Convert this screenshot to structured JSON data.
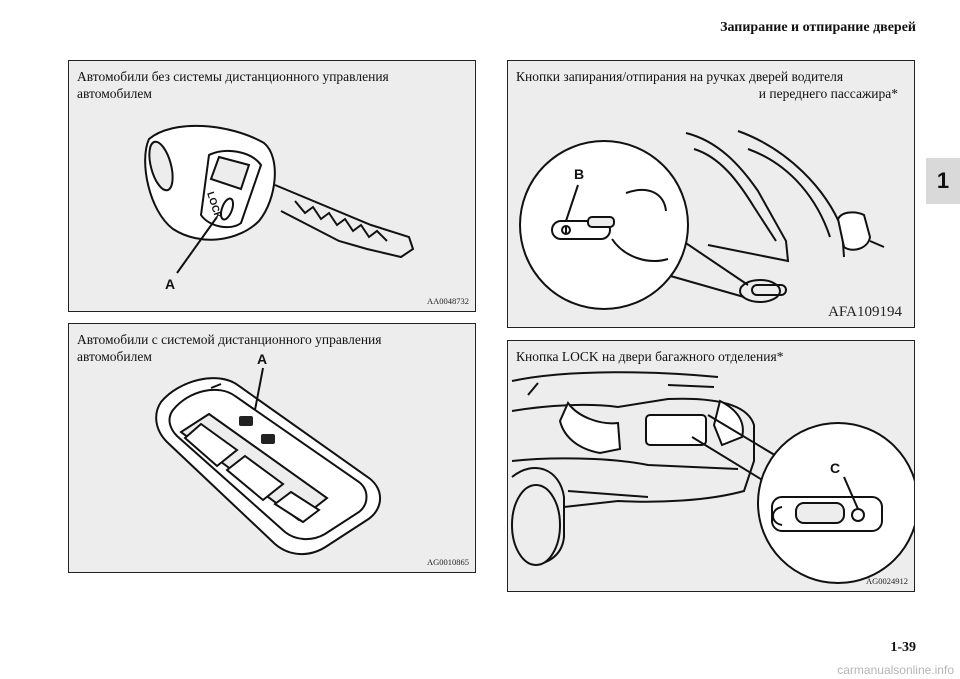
{
  "header": {
    "title": "Запирание и отпирание дверей"
  },
  "chapter_tab": {
    "number": "1"
  },
  "panels": {
    "key_no_remote": {
      "caption_line1": "Автомобили без системы дистанционного управления",
      "caption_line2": "автомобилем",
      "callout": "A",
      "key_text": "LOCK",
      "code": "AA0048732"
    },
    "door_handle": {
      "caption_line1": "Кнопки запирания/отпирания на ручках дверей водителя",
      "caption_line2": "и переднего пассажира*",
      "callout": "B",
      "code": "AFA109194"
    },
    "key_remote": {
      "caption_line1": "Автомобили с системой дистанционного управления",
      "caption_line2": "автомобилем",
      "callout": "A",
      "code": "AG0010865"
    },
    "tailgate": {
      "caption_line1": "Кнопка LOCK на двери багажного отделения*",
      "callout": "C",
      "code": "AG0024912"
    }
  },
  "footer": {
    "page_number": "1-39",
    "watermark": "carmanualsonline.info"
  }
}
